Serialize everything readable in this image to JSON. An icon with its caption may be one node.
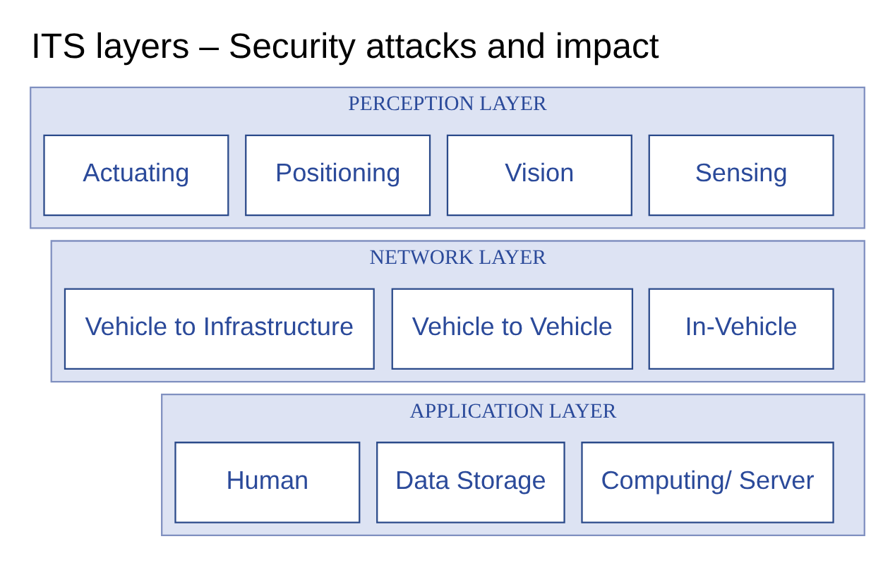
{
  "diagram": {
    "title": "ITS layers – Security attacks and impact",
    "nodes": [
      {
        "text": [
          "PERCEPTION LAYER"
        ]
      },
      {
        "text": [
          "Sensing"
        ],
        "in": 0
      },
      {
        "text": [
          "Vision"
        ],
        "in": 0
      },
      {
        "text": [
          "Positioning"
        ],
        "in": 0
      },
      {
        "text": [
          "Actuating"
        ],
        "in": 0
      },
      {
        "text": [
          "NETWORK LAYER"
        ]
      },
      {
        "text": [
          "In-Vehicle"
        ],
        "in": 5
      },
      {
        "text": [
          "Vehicle to Vehicle"
        ],
        "in": 5
      },
      {
        "text": [
          "Vehicle to Infrastructure"
        ],
        "in": 5
      },
      {
        "text": [
          "APPLICATION LAYER"
        ]
      },
      {
        "text": [
          "Computing/ Server"
        ],
        "in": 9
      },
      {
        "text": [
          "Data Storage"
        ],
        "in": 9
      },
      {
        "text": [
          "Human"
        ],
        "in": 9
      }
    ],
    "edges": []
  }
}
